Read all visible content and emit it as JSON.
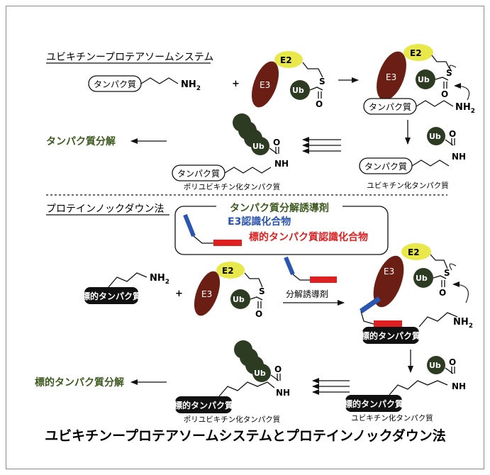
{
  "section_top": {
    "title": "ユビキチンープロテアソームシステム",
    "protein": "タンパク質",
    "nh2": "NH",
    "nh2_sub": "2",
    "nh": "NH",
    "plus": "+",
    "e2": "E2",
    "e3": "E3",
    "ub": "Ub",
    "s": "S",
    "o": "O",
    "degradation": "タンパク質分解",
    "poly_label": "ポリユビキチン化タンパク質",
    "mono_label": "ユビキチン化タンパク質"
  },
  "section_bottom": {
    "title": "プロテインノックダウン法",
    "box_title": "タンパク質分解誘導剤",
    "box_e3": "E3認識化合物",
    "box_target": "標的タンパク質認識化合物",
    "target_protein": "標的タンパク質",
    "inducer_label": "分解誘導剤",
    "degradation": "標的タンパク質分解",
    "poly_label": "ポリユビキチン化タンパク質",
    "mono_label": "ユビキチン化タンパク質"
  },
  "caption": "ユビキチンープロテアソームシステムとプロテインノックダウン法",
  "colors": {
    "e3": "#6b1f14",
    "e2": "#e8e84a",
    "ub": "#2d3b22",
    "title_green": "#3d5a1e",
    "blue": "#2a55b0",
    "red": "#e02020"
  }
}
